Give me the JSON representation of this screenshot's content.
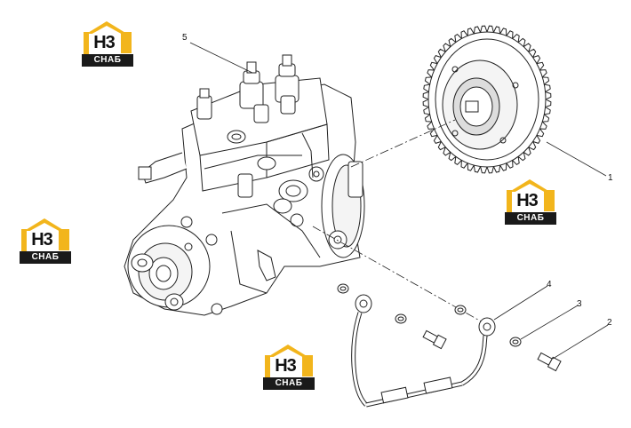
{
  "callouts": [
    "1",
    "2",
    "3",
    "4",
    "5"
  ],
  "logo": {
    "main": "H3",
    "sub": "CHAБ",
    "accent": "#f2b51c",
    "dark": "#1a1a1a"
  },
  "colors": {
    "line": "#222222",
    "fill": "#ffffff",
    "shade": "#d8d8d8"
  }
}
